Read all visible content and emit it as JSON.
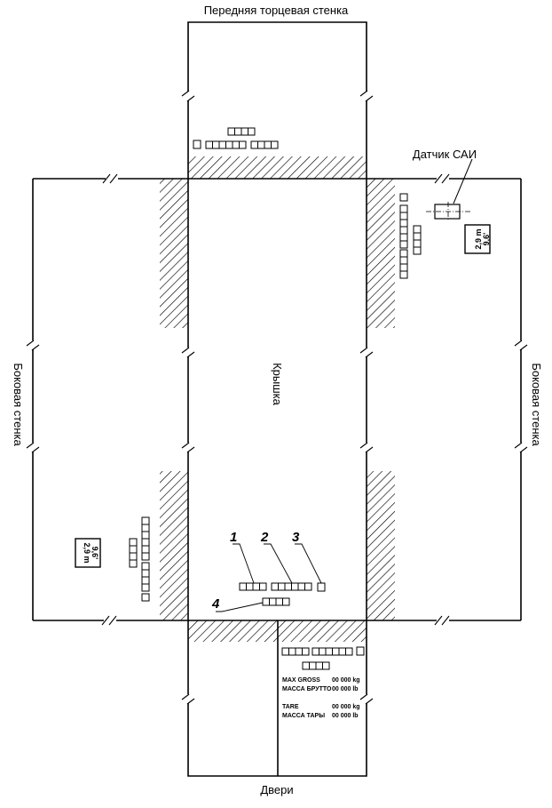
{
  "labels": {
    "front_wall": "Передняя торцевая стенка",
    "sensor": "Датчик САИ",
    "roof": "Крышка",
    "side_wall_left": "Боковая стенка",
    "side_wall_right": "Боковая стенка",
    "doors": "Двери"
  },
  "callouts": [
    "1",
    "2",
    "3",
    "4"
  ],
  "height_mark": {
    "line1": "2,9 m",
    "line2": "9,6'"
  },
  "door_plate": {
    "rows": [
      {
        "label": "MAX GROSS",
        "value": "00 000 kg"
      },
      {
        "label": "МАССА БРУТТО",
        "value": "00 000 lb"
      },
      {
        "label": "TARE",
        "value": "00 000 kg"
      },
      {
        "label": "МАССА ТАРЫ",
        "value": "00 000 lb"
      }
    ]
  },
  "colors": {
    "line": "#000000",
    "background": "#ffffff"
  }
}
